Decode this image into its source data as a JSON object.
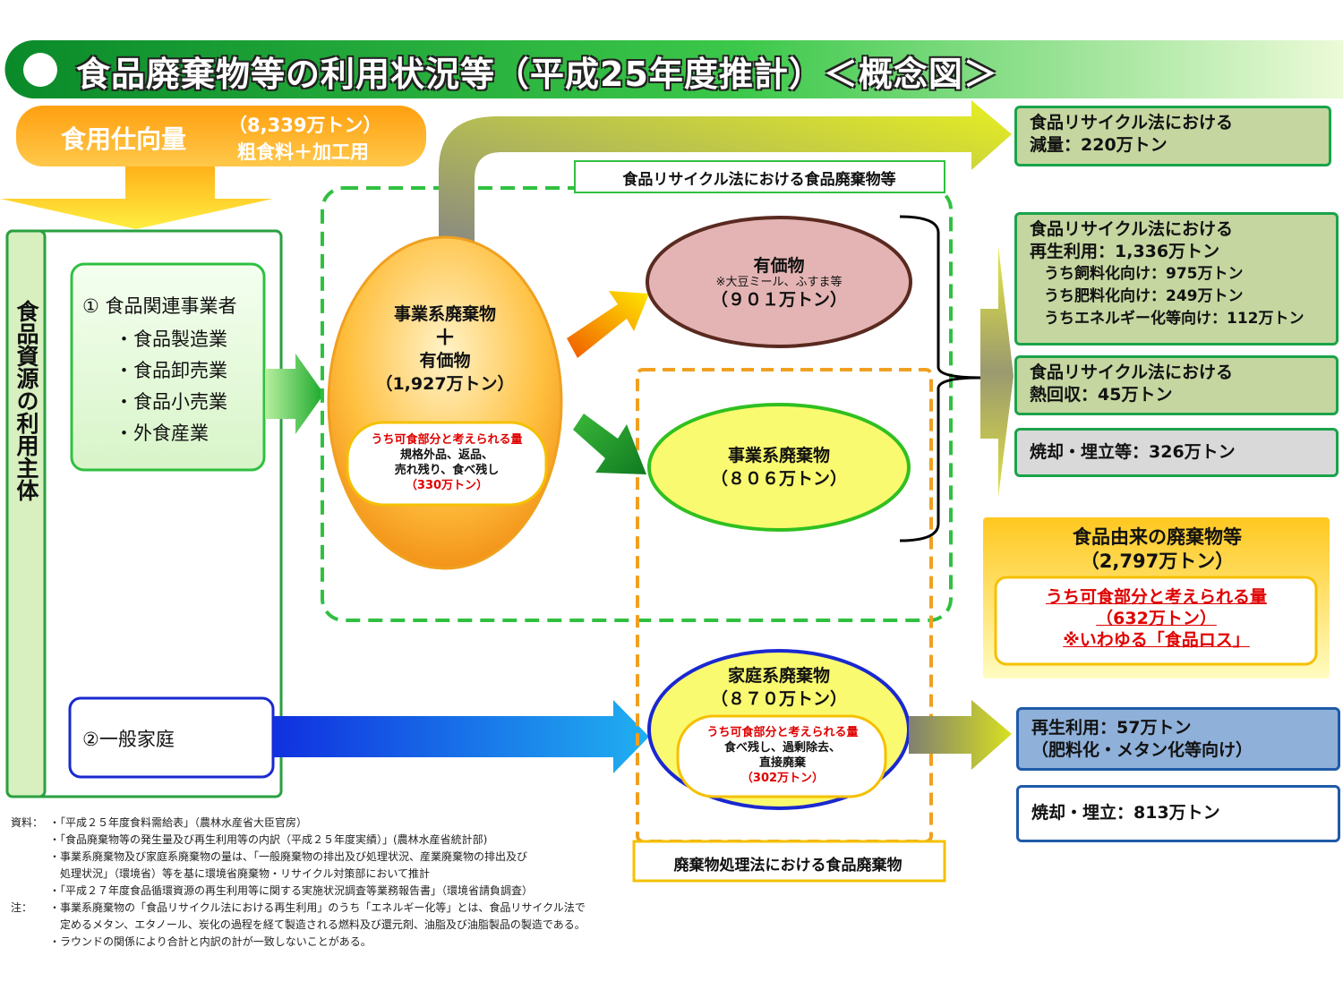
{
  "title": "食品廃棄物等の利用状況等（平成25年度推計）＜概念図＞",
  "supply": {
    "label": "食用仕向量",
    "amount": "（8,339万トン）",
    "detail": "粗食料＋加工用"
  },
  "actors": {
    "heading": "食品資源の利用主体",
    "business": {
      "title": "① 食品関連事業者",
      "items": [
        "・食品製造業",
        "・食品卸売業",
        "・食品小売業",
        "・外食産業"
      ]
    },
    "household": "②一般家庭"
  },
  "recycle_law_label": "食品リサイクル法における食品廃棄物等",
  "waste_law_label": "廃棄物処理法における食品廃棄物",
  "business_waste_total": {
    "line1": "事業系廃棄物",
    "plus": "＋",
    "line2": "有価物",
    "amount": "（1,927万トン）",
    "edible_title": "うち可食部分と考えられる量",
    "edible_detail1": "規格外品、返品、",
    "edible_detail2": "売れ残り、食べ残し",
    "edible_amount": "（330万トン）"
  },
  "valuables": {
    "title": "有価物",
    "note": "※大豆ミール、ふすま等",
    "amount": "（９０１万トン）"
  },
  "business_waste": {
    "title": "事業系廃棄物",
    "amount": "（８０６万トン）"
  },
  "household_waste": {
    "title": "家庭系廃棄物",
    "amount": "（８７０万トン）",
    "edible_title": "うち可食部分と考えられる量",
    "edible_detail1": "食べ残し、過剰除去、",
    "edible_detail2": "直接廃棄",
    "edible_amount": "（302万トン）"
  },
  "results": {
    "reduction": [
      "食品リサイクル法における",
      "減量：220万トン"
    ],
    "reuse": [
      "食品リサイクル法における",
      "再生利用：1,336万トン",
      "うち飼料化向け：975万トン",
      "うち肥料化向け：249万トン",
      "うちエネルギー化等向け：112万トン"
    ],
    "heat": [
      "食品リサイクル法における",
      "熱回収：45万トン"
    ],
    "incineration": "焼却・埋立等：326万トン",
    "household_reuse": [
      "再生利用：57万トン",
      "（肥料化・メタン化等向け）"
    ],
    "household_incineration": "焼却・埋立：813万トン"
  },
  "food_derived": {
    "title": "食品由来の廃棄物等",
    "amount": "（2,797万トン）",
    "edible_title": "うち可食部分と考えられる量",
    "edible_amount": "（632万トン）",
    "food_loss": "※いわゆる「食品ロス」"
  },
  "notes": {
    "sources_label": "資料：",
    "sources": [
      "・「平成２５年度食料需給表」（農林水産省大臣官房）",
      "・「食品廃棄物等の発生量及び再生利用等の内訳（平成２５年度実績）」(農林水産省統計部)",
      "・事業系廃棄物及び家庭系廃棄物の量は、「一般廃棄物の排出及び処理状況、産業廃棄物の排出及び",
      "　処理状況」（環境省）等を基に環境省廃棄物・リサイクル対策部において推計",
      "・「平成２７年度食品循環資源の再生利用等に関する実施状況調査等業務報告書」（環境省請負調査）"
    ],
    "notes_label": "注：",
    "notes": [
      "・事業系廃棄物の「食品リサイクル法における再生利用」のうち「エネルギー化等」とは、食品リサイクル法で",
      "　定めるメタン、エタノール、炭化の過程を経て製造される燃料及び還元剤、油脂及び油脂製品の製造である。",
      "・ラウンドの関係により合計と内訳の計が一致しないことがある。"
    ]
  }
}
